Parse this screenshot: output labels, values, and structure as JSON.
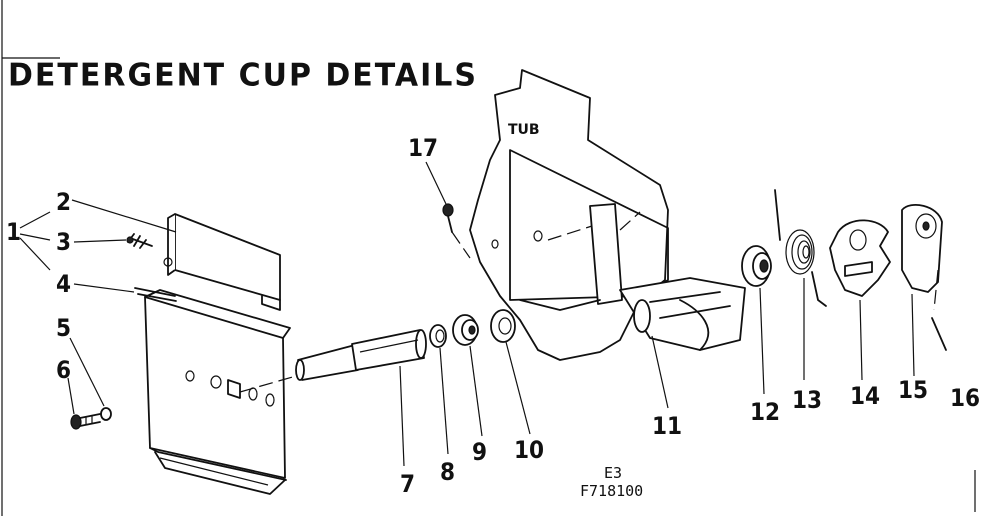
{
  "title": "DETERGENT CUP DETAILS",
  "tub_label": "TUB",
  "callouts": {
    "c1": "1",
    "c2": "2",
    "c3": "3",
    "c4": "4",
    "c5": "5",
    "c6": "6",
    "c7": "7",
    "c8": "8",
    "c9": "9",
    "c10": "10",
    "c11": "11",
    "c12": "12",
    "c13": "13",
    "c14": "14",
    "c15": "15",
    "c16": "16",
    "c17": "17"
  },
  "codes": {
    "page": "E3",
    "figure": "F718100"
  },
  "colors": {
    "ink": "#111111",
    "paper": "#ffffff"
  }
}
